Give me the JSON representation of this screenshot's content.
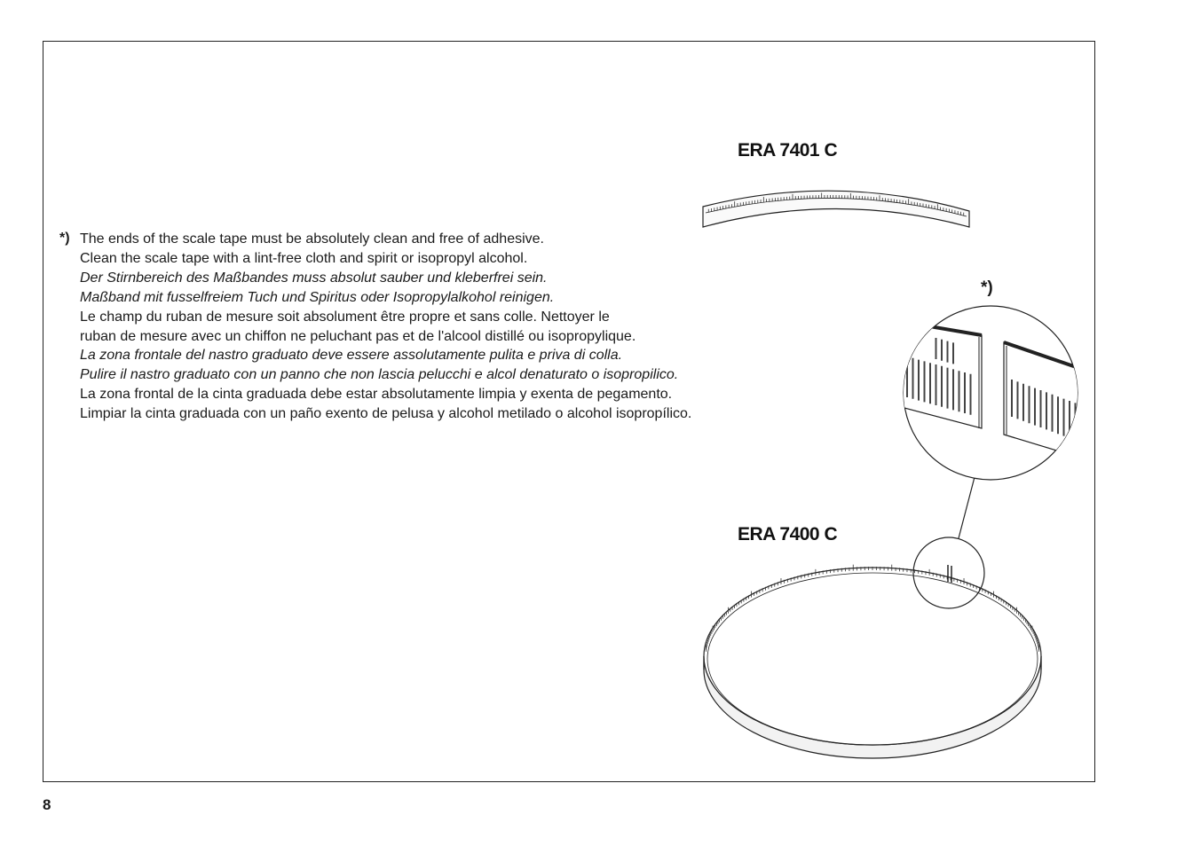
{
  "figure": {
    "label_top": "ERA 7401 C",
    "label_bottom": "ERA 7400 C",
    "detail_marker": "*)"
  },
  "note": {
    "marker": "*)",
    "lines": [
      {
        "text": "The ends of the scale tape must be absolutely clean and free of adhesive.",
        "italic": false
      },
      {
        "text": "Clean the scale tape with a lint-free cloth and spirit or isopropyl alcohol.",
        "italic": false
      },
      {
        "text": "Der Stirnbereich des Maßbandes muss absolut sauber und kleberfrei sein.",
        "italic": true
      },
      {
        "text": "Maßband mit fusselfreiem Tuch und Spiritus oder Isopropylalkohol reinigen.",
        "italic": true
      },
      {
        "text": "Le champ du ruban de mesure soit absolument être propre et sans colle. Nettoyer le",
        "italic": false
      },
      {
        "text": "ruban de mesure avec un chiffon ne peluchant pas et de l'alcool distillé ou isopropylique.",
        "italic": false
      },
      {
        "text": "La zona frontale del nastro graduato deve essere assolutamente pulita e priva di colla.",
        "italic": true
      },
      {
        "text": "Pulire il nastro graduato con un panno che non lascia pelucchi e alcol denaturato o isopropilico.",
        "italic": true
      },
      {
        "text": "La zona frontal de la cinta graduada debe estar absolutamente limpia y exenta de pegamento.",
        "italic": false
      },
      {
        "text": "Limpiar la cinta graduada con un paño exento de pelusa y alcohol metilado o alcohol isopropílico.",
        "italic": false
      }
    ]
  },
  "page": {
    "number": "8"
  }
}
